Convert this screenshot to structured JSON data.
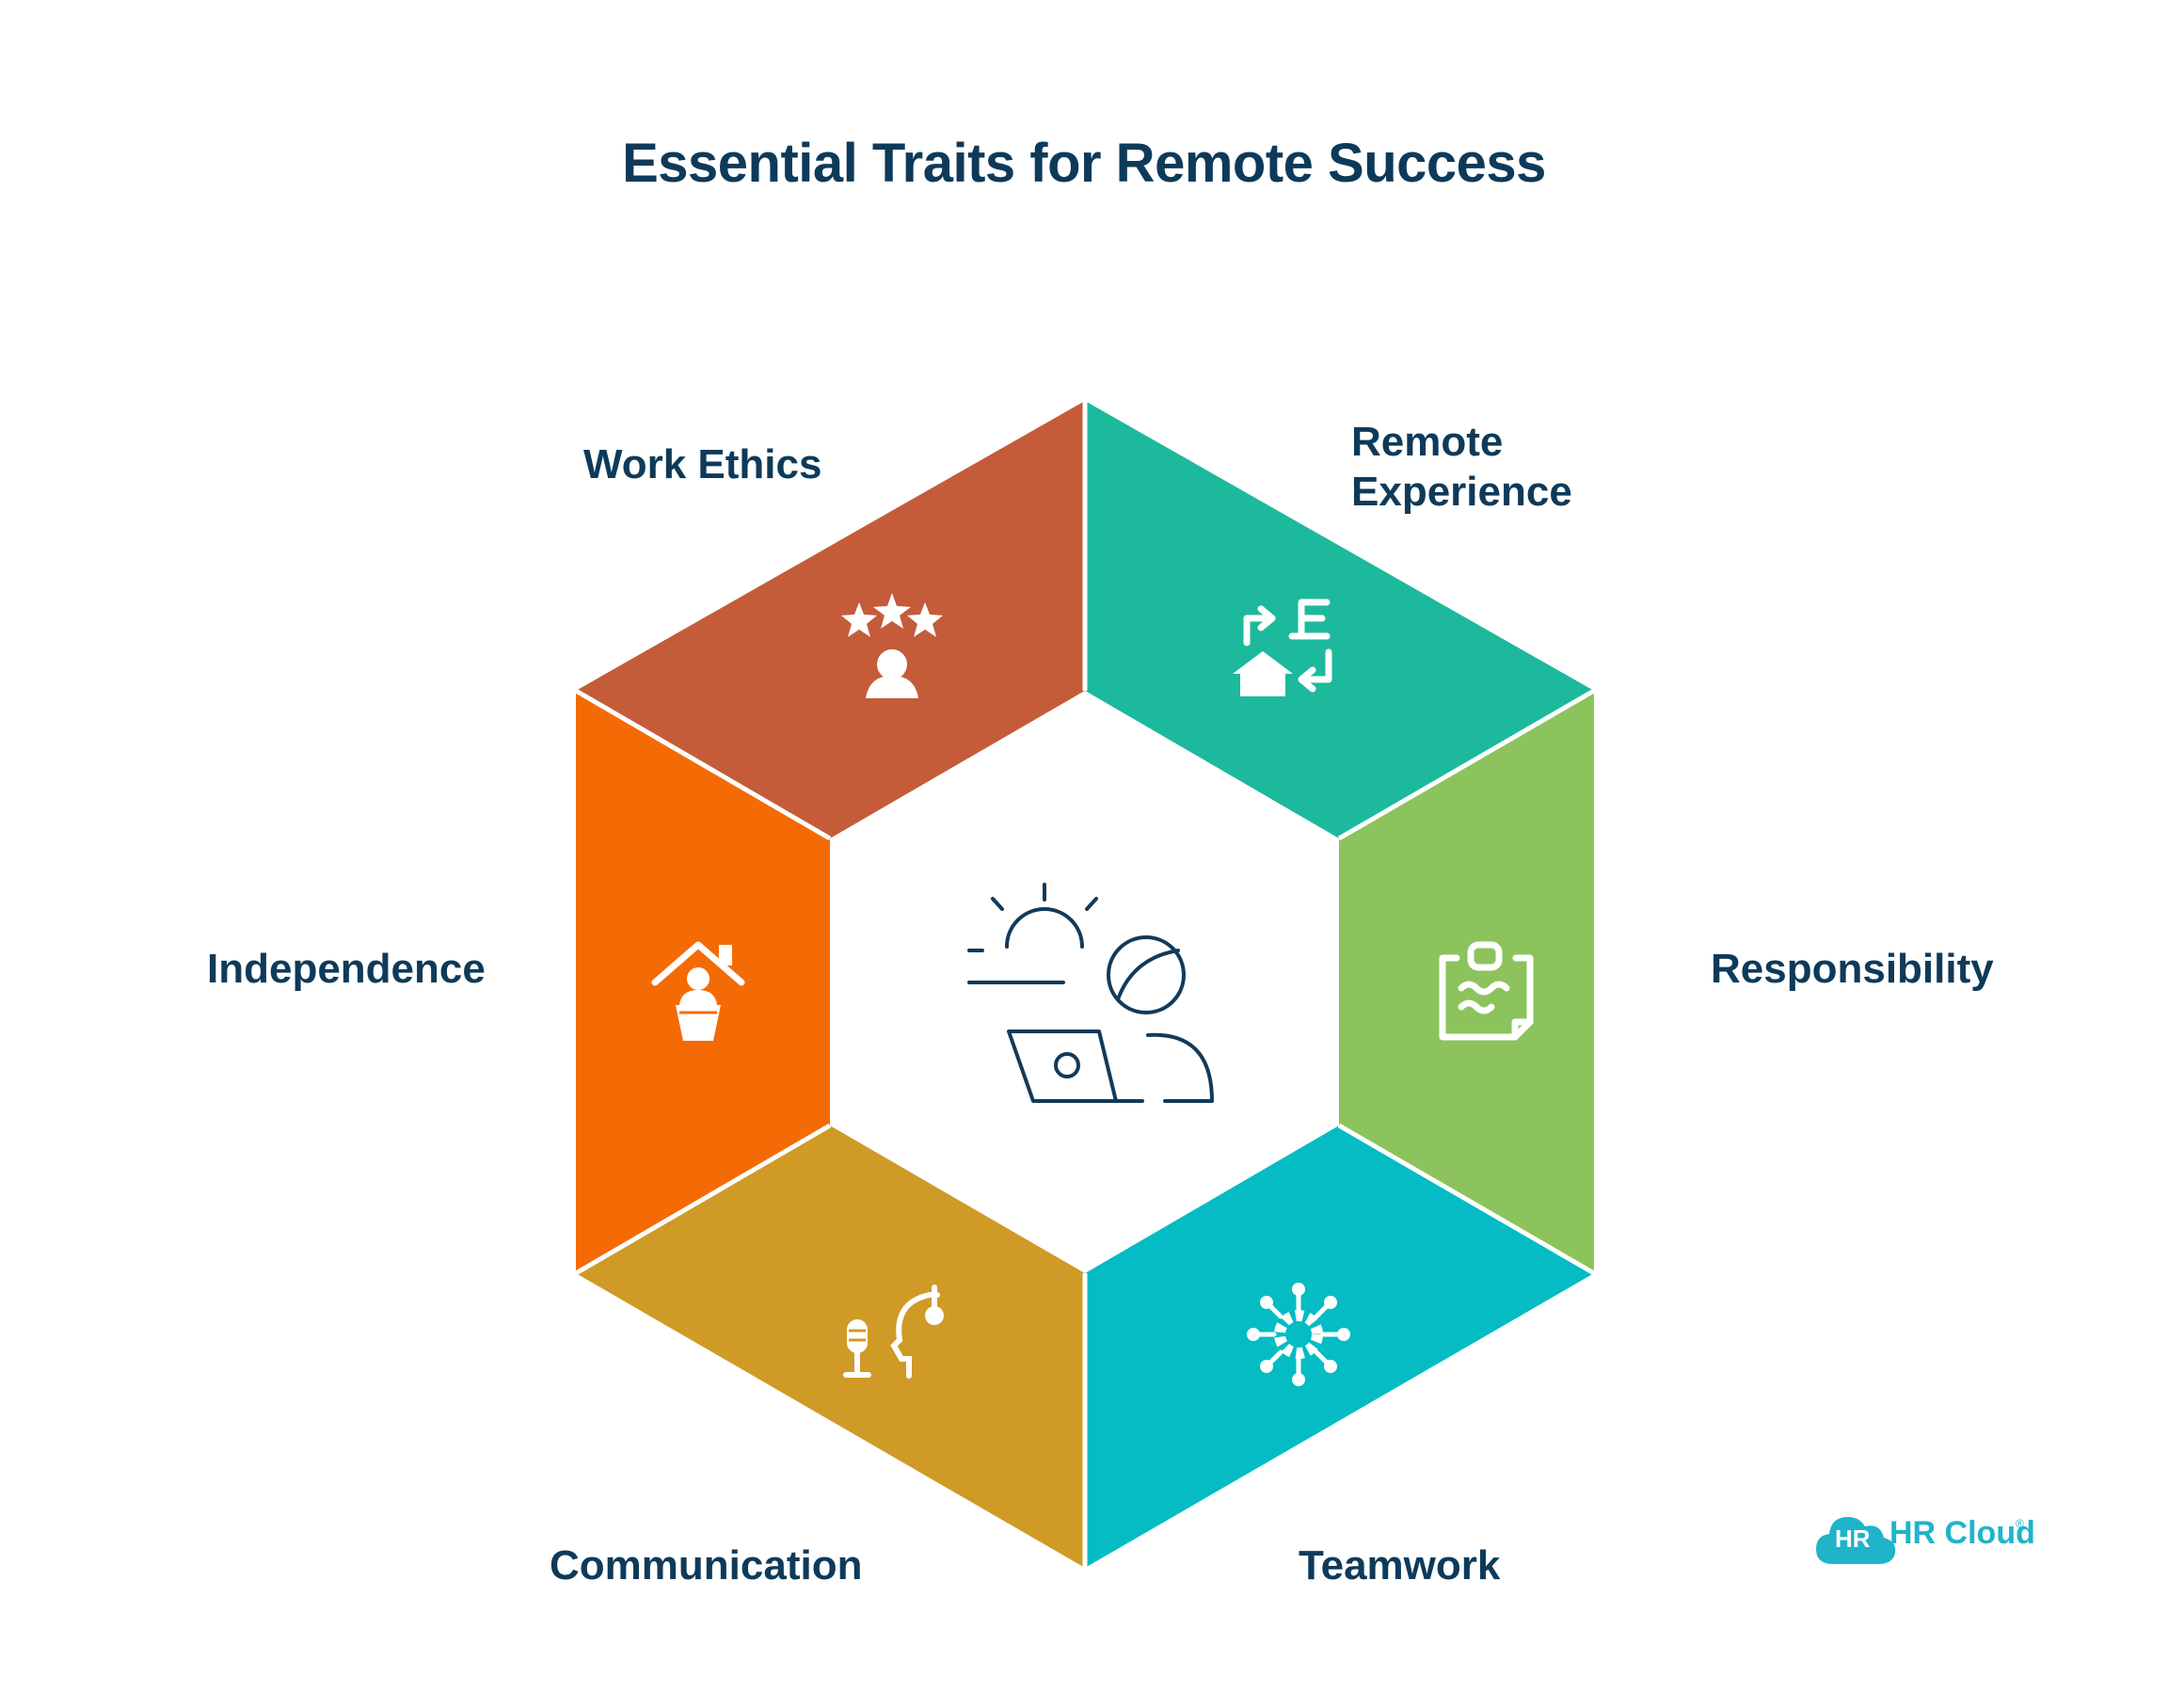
{
  "title": "Essential Traits for Remote Success",
  "segments": [
    {
      "label": "Work Ethics",
      "color": "#c45c3a",
      "icon": "stars-person-icon"
    },
    {
      "label": "Remote",
      "label2": "Experience",
      "color": "#1db99d",
      "icon": "home-office-switch-icon"
    },
    {
      "label": "Responsibility",
      "color": "#8cc35c",
      "icon": "clipboard-icon"
    },
    {
      "label": "Teamwork",
      "color": "#05bcc4",
      "icon": "network-gear-icon"
    },
    {
      "label": "Communication",
      "color": "#cf9a26",
      "icon": "microphone-speaker-icon"
    },
    {
      "label": "Independence",
      "color": "#f46b05",
      "icon": "home-podium-icon"
    }
  ],
  "center_icon": "remote-worker-laptop-icon",
  "logo": {
    "badge": "HR",
    "name": "HR Cloud",
    "mark": "®",
    "color": "#1fb4c9"
  }
}
